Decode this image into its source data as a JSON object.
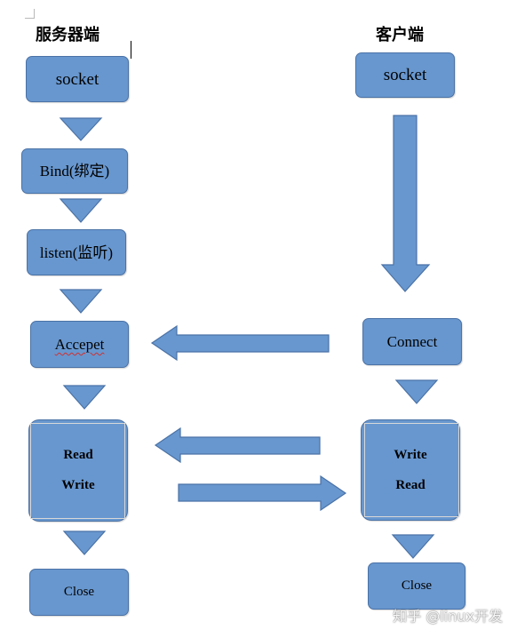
{
  "server": {
    "title": "服务器端",
    "socket": "socket",
    "bind": "Bind(绑定)",
    "listen": "listen(监听)",
    "accept": "Accepet",
    "read": "Read",
    "write": "Write",
    "close": "Close"
  },
  "client": {
    "title": "客户端",
    "socket": "socket",
    "connect": "Connect",
    "write": "Write",
    "read": "Read",
    "close": "Close"
  },
  "watermark": "知乎 @linux开发",
  "colors": {
    "shape_fill": "#6897cf",
    "shape_stroke": "#4a72a6"
  }
}
